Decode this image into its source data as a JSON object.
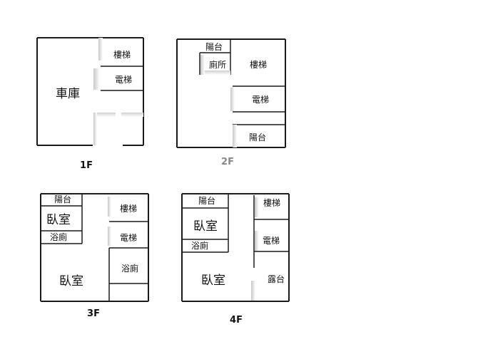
{
  "floors": {
    "f1": {
      "label": "1F",
      "rooms": {
        "garage": "車庫",
        "stairs": "樓梯",
        "elevator": "電梯"
      }
    },
    "f2": {
      "label": "2F",
      "rooms": {
        "balcony_top": "陽台",
        "toilet": "廁所",
        "stairs": "樓梯",
        "elevator": "電梯",
        "balcony_bottom": "陽台"
      }
    },
    "f3": {
      "label": "3F",
      "rooms": {
        "balcony": "陽台",
        "bedroom_small": "臥室",
        "bath_left": "浴廁",
        "bedroom_large": "臥室",
        "stairs": "樓梯",
        "elevator": "電梯",
        "bath_right": "浴廁"
      }
    },
    "f4": {
      "label": "4F",
      "rooms": {
        "balcony": "陽台",
        "bedroom_small": "臥室",
        "bath": "浴廁",
        "bedroom_large": "臥室",
        "stairs": "樓梯",
        "elevator": "電梯",
        "terrace": "露台"
      }
    }
  }
}
